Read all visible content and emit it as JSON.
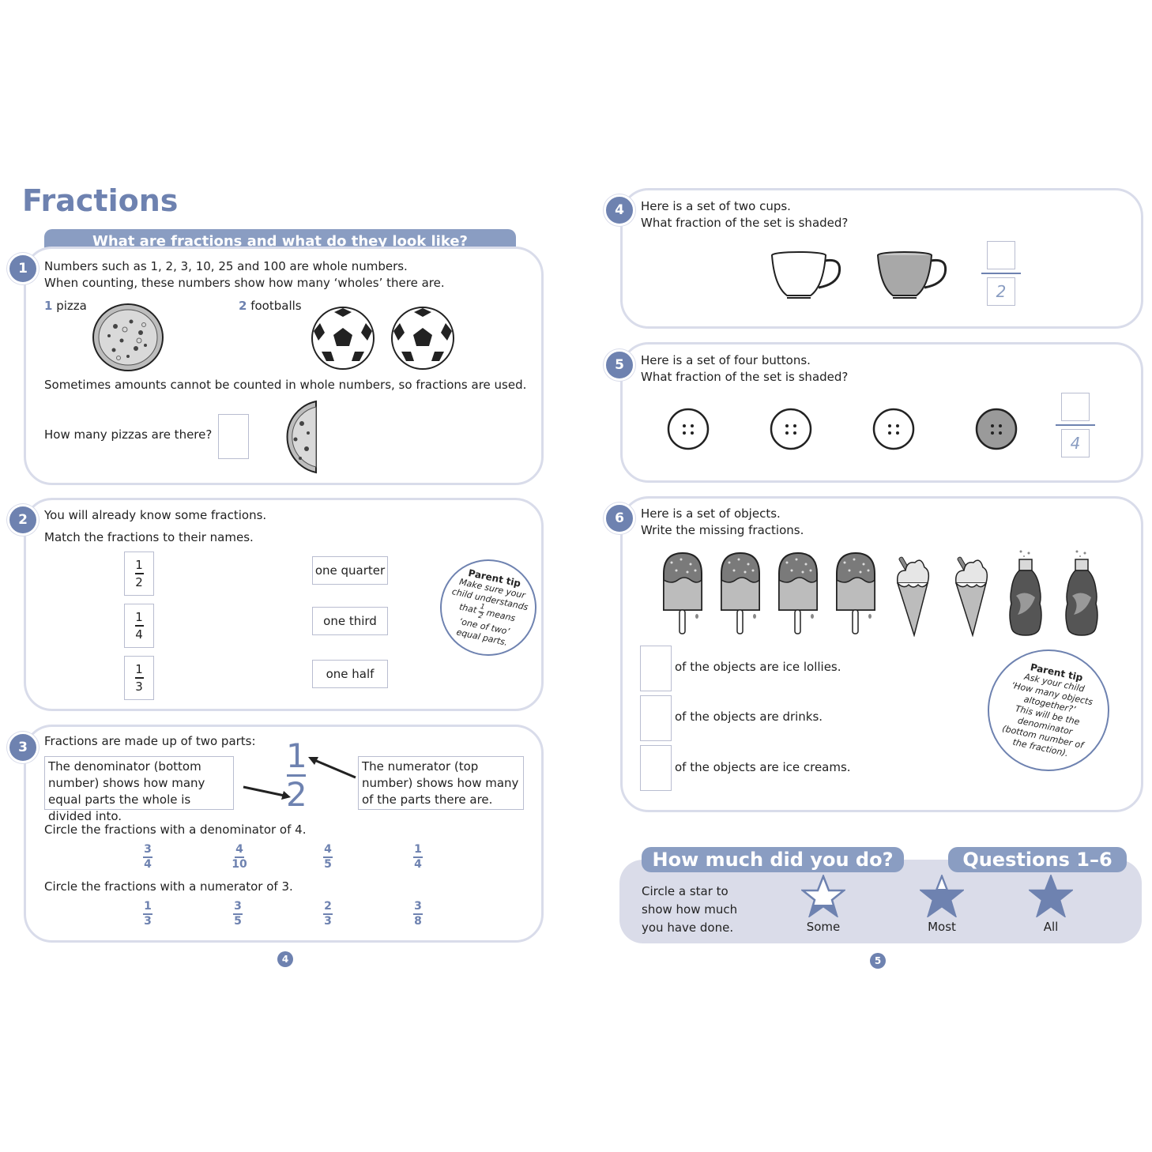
{
  "page_title": "Fractions",
  "banner": "What are fractions and what do they look like?",
  "q1": {
    "num": "1",
    "line1": "Numbers such as 1, 2, 3, 10, 25 and 100 are whole numbers.",
    "line2": "When counting, these numbers show how many ‘wholes’ there are.",
    "pizza_count": "1",
    "pizza_label": "pizza",
    "football_count": "2",
    "football_label": "footballs",
    "line3": "Sometimes amounts cannot be counted in whole numbers, so fractions are used.",
    "question": "How many pizzas are there?"
  },
  "q2": {
    "num": "2",
    "line1": "You will already know some fractions.",
    "line2": "Match the fractions to their names.",
    "fractions": [
      {
        "n": "1",
        "d": "2"
      },
      {
        "n": "1",
        "d": "4"
      },
      {
        "n": "1",
        "d": "3"
      }
    ],
    "names": [
      "one quarter",
      "one third",
      "one half"
    ],
    "tip_title": "Parent tip",
    "tip_line1": "Make sure your",
    "tip_line2": "child understands",
    "tip_line3a": "that",
    "tip_frac_n": "1",
    "tip_frac_d": "2",
    "tip_line3b": "means",
    "tip_line4": "‘one of two’",
    "tip_line5": "equal parts."
  },
  "q3": {
    "num": "3",
    "intro": "Fractions are made up of two parts:",
    "denominator_text": "The denominator (bottom number) shows how many equal parts the whole is divided into.",
    "numerator_text": "The numerator (top number) shows how many of the parts there are.",
    "big_n": "1",
    "big_d": "2",
    "task1": "Circle the fractions with a denominator of 4.",
    "set1": [
      {
        "n": "3",
        "d": "4"
      },
      {
        "n": "4",
        "d": "10"
      },
      {
        "n": "4",
        "d": "5"
      },
      {
        "n": "1",
        "d": "4"
      }
    ],
    "task2": "Circle the fractions with a numerator of 3.",
    "set2": [
      {
        "n": "1",
        "d": "3"
      },
      {
        "n": "3",
        "d": "5"
      },
      {
        "n": "2",
        "d": "3"
      },
      {
        "n": "3",
        "d": "8"
      }
    ]
  },
  "q4": {
    "num": "4",
    "line1": "Here is a set of two cups.",
    "line2": "What fraction of the set is shaded?",
    "denominator": "2"
  },
  "q5": {
    "num": "5",
    "line1": "Here is a set of four buttons.",
    "line2": "What fraction of the set is shaded?",
    "denominator": "4"
  },
  "q6": {
    "num": "6",
    "line1": "Here is a set of objects.",
    "line2": "Write the missing fractions.",
    "rows": [
      "of the objects are ice lollies.",
      "of the objects are drinks.",
      "of the objects are ice creams."
    ],
    "tip_title": "Parent tip",
    "tip_lines": [
      "Ask your child",
      "‘How many objects",
      "altogether?’",
      "This will be the",
      "denominator",
      "(bottom number of",
      "the fraction)."
    ]
  },
  "howmuch": {
    "title": "How much did you do?",
    "questions": "Questions 1–6",
    "instruction_1": "Circle a star to",
    "instruction_2": "show how much",
    "instruction_3": "you have done.",
    "stars": [
      "Some",
      "Most",
      "All"
    ]
  },
  "page_left": "4",
  "page_right": "5",
  "colors": {
    "accent": "#6e82b0",
    "banner": "#8a9dc2",
    "panel_border": "#d9dcea",
    "box_border": "#b9bdd0"
  }
}
